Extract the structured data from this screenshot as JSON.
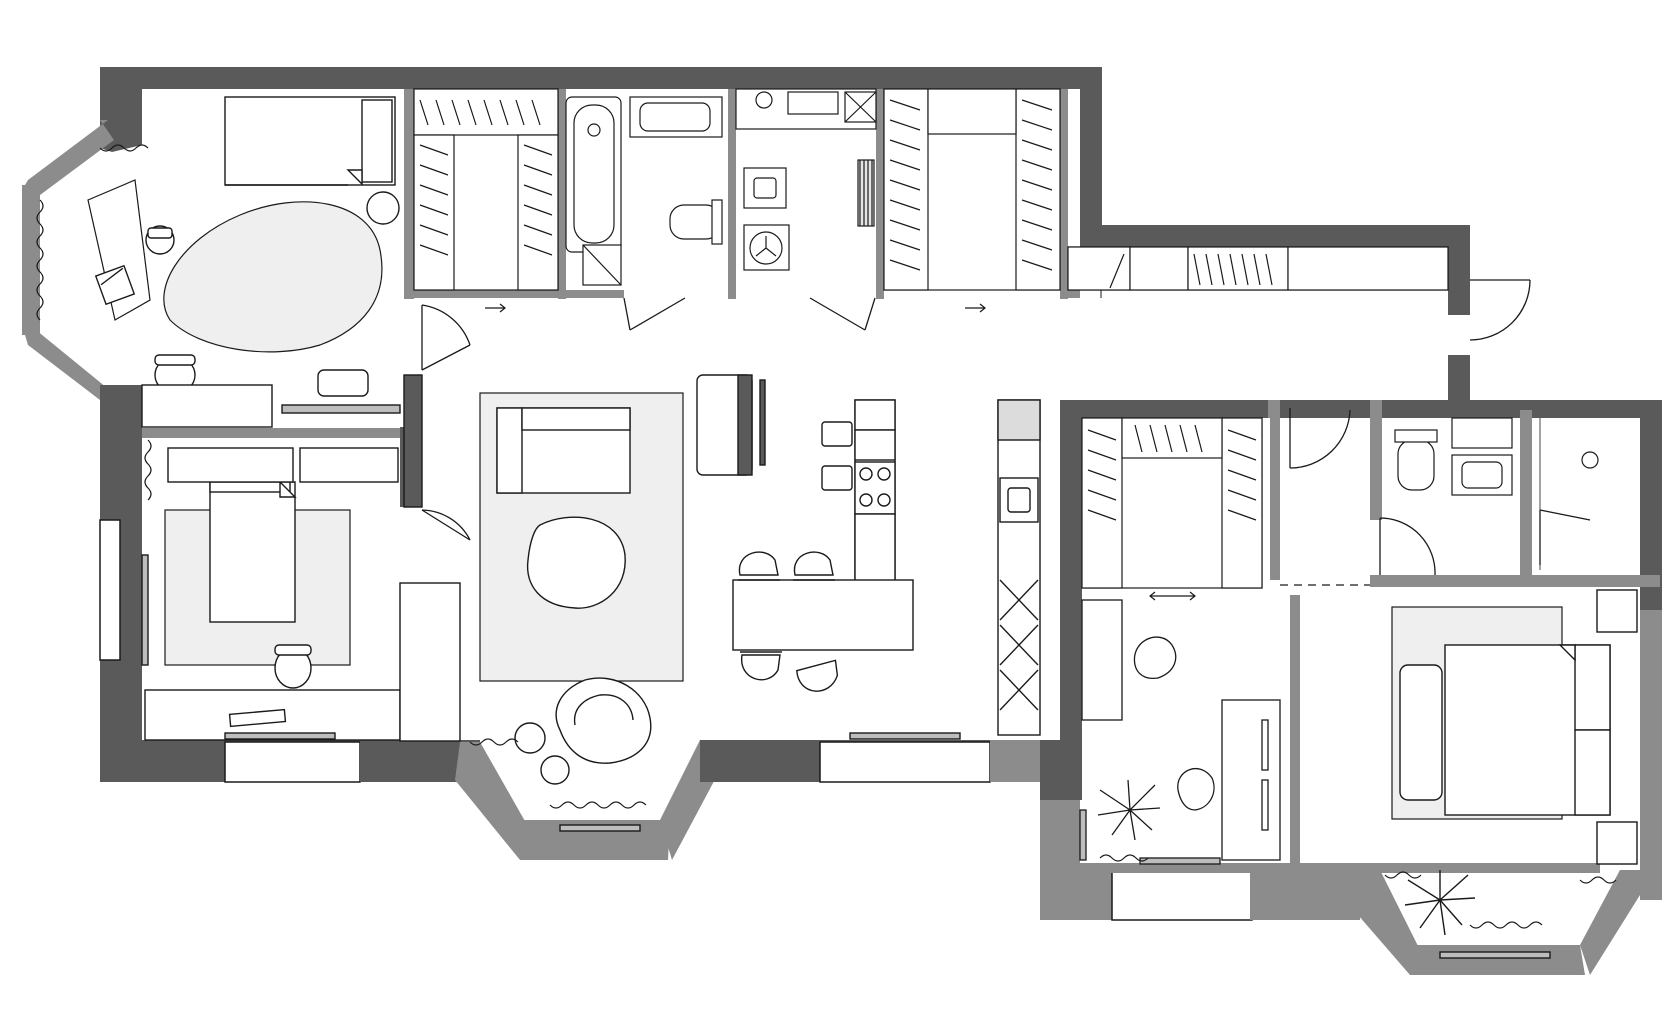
{
  "colors": {
    "background": "#ffffff",
    "wall_outer": "#5a5a5a",
    "wall_light": "#8c8c8c",
    "wall_inner": "#cfcfcf",
    "line": "#1a1a1a",
    "rug": "#efefef",
    "appliance": "#d8d8d8",
    "furniture_fill": "#ffffff"
  },
  "rooms": [
    "kids-room",
    "study-bedroom",
    "wardrobe-1",
    "bathroom-1",
    "laundry",
    "wardrobe-2",
    "hall-closet",
    "living-dining-kitchen",
    "walk-in-closet",
    "bathroom-2",
    "master-bedroom",
    "office-corner"
  ],
  "icons": [
    "bed-icon",
    "armchair-icon",
    "dining-chair-icon",
    "bathtub-icon",
    "toilet-icon",
    "sink-icon",
    "washing-machine-icon",
    "hob-icon",
    "plant-icon",
    "laptop-icon",
    "radiator-icon",
    "door-icon",
    "sliding-door-arrow-icon"
  ]
}
